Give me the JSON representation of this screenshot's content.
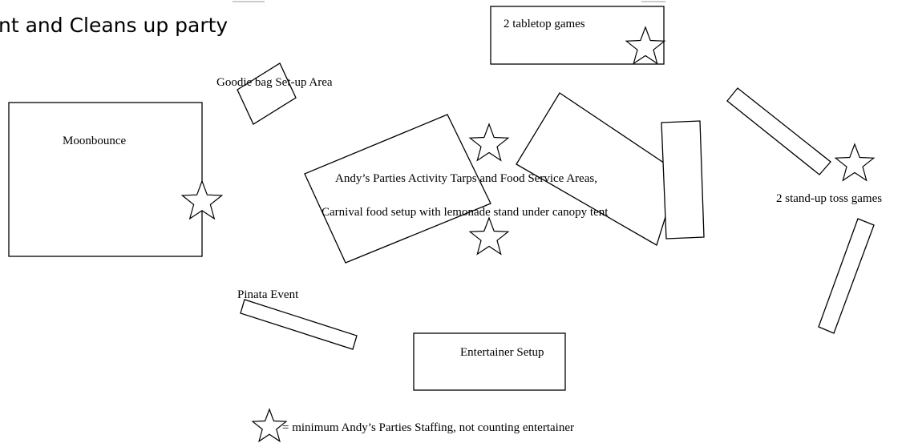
{
  "header": {
    "fragment": "nt and Cleans up party"
  },
  "areas": {
    "tabletop": "2 tabletop games",
    "goodie_bag": "Goodie bag Set-up Area",
    "moonbounce": "Moonbounce",
    "main_line1": "Andy’s Parties Activity Tarps and Food Service Areas,",
    "main_line2": "Carnival food setup with lemonade stand under canopy tent",
    "toss_games": "2 stand-up toss games",
    "pinata": "Pinata Event",
    "entertainer": "Entertainer Setup"
  },
  "legend": {
    "text": "= minimum Andy’s Parties Staffing, not counting entertainer",
    "icon": "star-icon"
  }
}
